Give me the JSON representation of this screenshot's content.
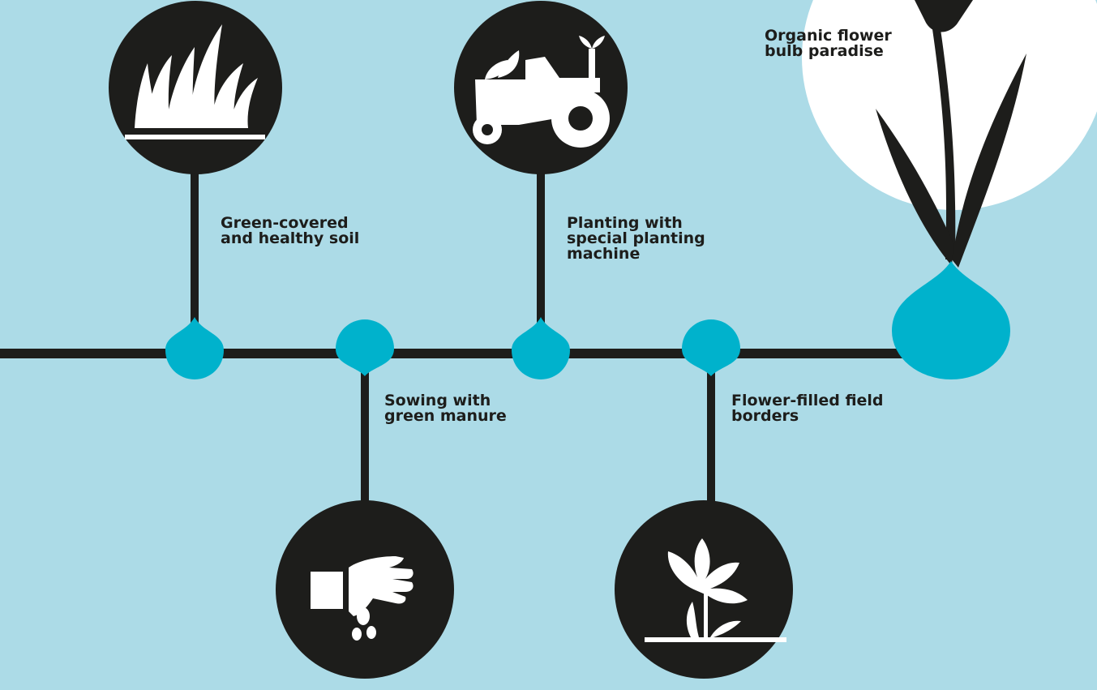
{
  "colors": {
    "background": "#acdbe7",
    "dark": "#1d1d1b",
    "accent": "#00b2cc",
    "white": "#ffffff"
  },
  "steps": [
    {
      "id": "soil",
      "text": "Green-covered\nand healthy soil",
      "icon": "grass-icon"
    },
    {
      "id": "sowing",
      "text": "Sowing with\ngreen manure",
      "icon": "sowing-hand-icon"
    },
    {
      "id": "planting",
      "text": "Planting with\nspecial planting\nmachine",
      "icon": "tractor-icon"
    },
    {
      "id": "borders",
      "text": "Flower-filled field\nborders",
      "icon": "flower-icon"
    },
    {
      "id": "paradise",
      "text": "Organic flower\nbulb paradise",
      "icon": "tulip-bulb-icon"
    }
  ]
}
